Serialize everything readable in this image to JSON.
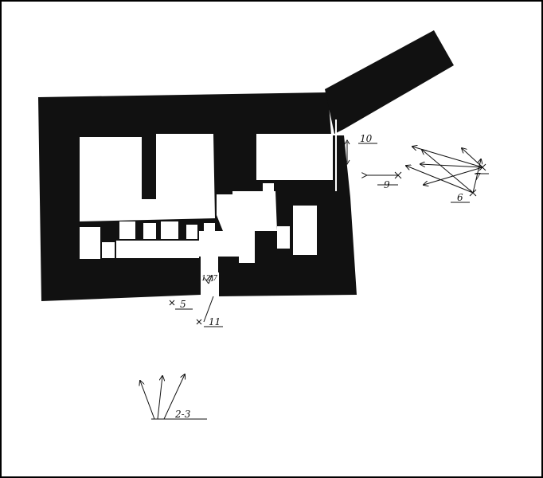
{
  "labels": {
    "station_10": "10",
    "station_9": "9",
    "station_6": "6",
    "station_7": "7",
    "station_5": "5",
    "station_11": "11",
    "station_12_7": "12,7",
    "station_2_3": "2-3"
  },
  "colors": {
    "ink": "#111111",
    "paper": "#ffffff"
  }
}
